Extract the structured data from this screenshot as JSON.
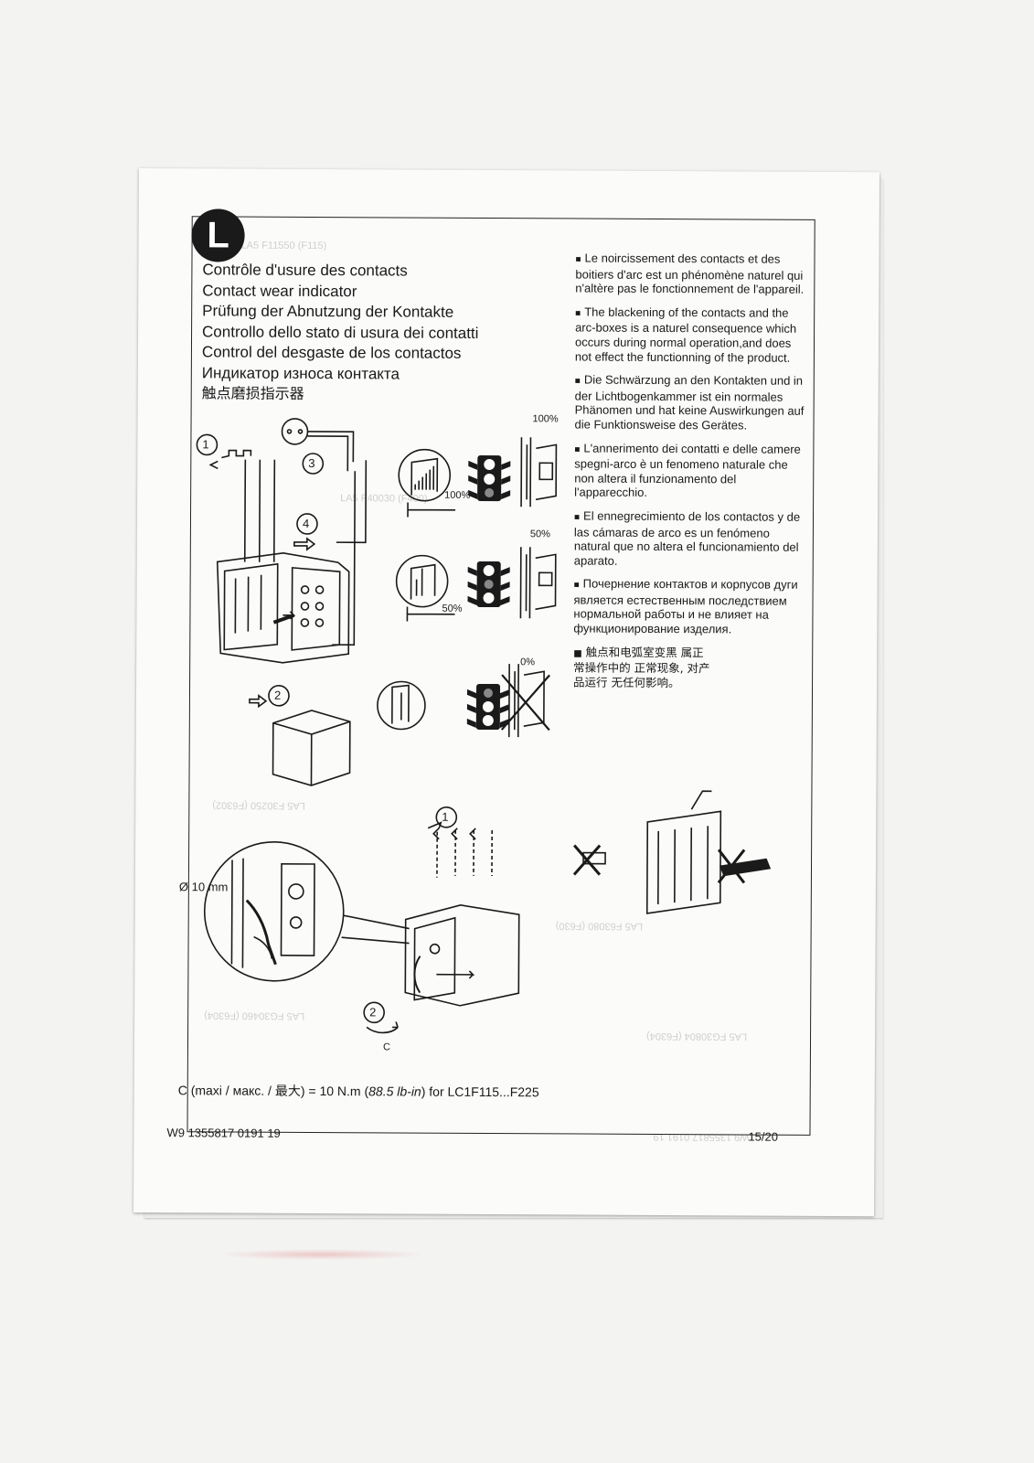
{
  "section": {
    "letter": "L"
  },
  "titles": {
    "fr": "Contrôle d'usure des contacts",
    "en": "Contact wear indicator",
    "de": "Prüfung der Abnutzung der Kontakte",
    "it": "Controllo dello stato di usura dei contatti",
    "es": "Control del desgaste de los contactos",
    "ru": "Индикатор износа контакта",
    "cn": "触点磨损指示器"
  },
  "notes": {
    "fr": "Le noircissement des contacts et des boitiers d'arc est un phénomène naturel qui n'altère pas le fonctionnement de l'appareil.",
    "en": "The blackening of the contacts and the arc-boxes is a naturel consequence which occurs during normal operation,and does not effect the functionning of the product.",
    "de": "Die Schwärzung an den Kontakten und in der Lichtbogenkammer ist ein normales Phänomen und hat keine Auswirkungen auf die Funktionsweise des Gerätes.",
    "it": "L'annerimento dei contatti e delle camere spegni-arco è un fenomeno naturale che non altera il funzionamento del l'apparecchio.",
    "es": "El ennegrecimiento de los contactos y de las cámaras de arco es un fenómeno natural que no altera el funcionamiento del aparato.",
    "ru": "Почернение контактов и корпусов дуги является естественным последствием нормальной работы и не влияет на функционирование изделия.",
    "cn": "触点和电弧室变黑 属正常操作中的 正常现象, 对产品运行 无任何影响。"
  },
  "bullet_glyph": "■",
  "wear_levels": {
    "top_label": "100%",
    "top_bar_label": "100%",
    "mid_label": "50%",
    "mid_bar_label": "50%",
    "low_label": "0%"
  },
  "step_numbers": {
    "one": "1",
    "two": "2",
    "three": "3",
    "four": "4",
    "five": "1",
    "six": "2"
  },
  "dimension": "Ø 10 mm",
  "torque_mark": "C",
  "torque": {
    "prefix": "C (maxi / макс. / 最大) = 10 N.m (",
    "italic": "88.5 lb-in",
    "suffix": ") for LC1F115...F225"
  },
  "footer": {
    "doc_code": "W9 1355817 0191 19",
    "page": "15/20"
  },
  "ghost_texts": {
    "g1": "LA5 F11550 (F115)",
    "g2": "LA5 F40030 (F400)",
    "g3": "LA5 F30250 (F6302)",
    "g4": "LA5 F63080 (F630)",
    "g5": "LA5 FG30460 (F6304)",
    "g6": "LA5 FG30804 (F6304)",
    "g7": "W9 1355817 0191 19"
  },
  "colors": {
    "ink": "#1a1a1a",
    "paper": "#fbfbfa",
    "background": "#f3f3f2"
  }
}
